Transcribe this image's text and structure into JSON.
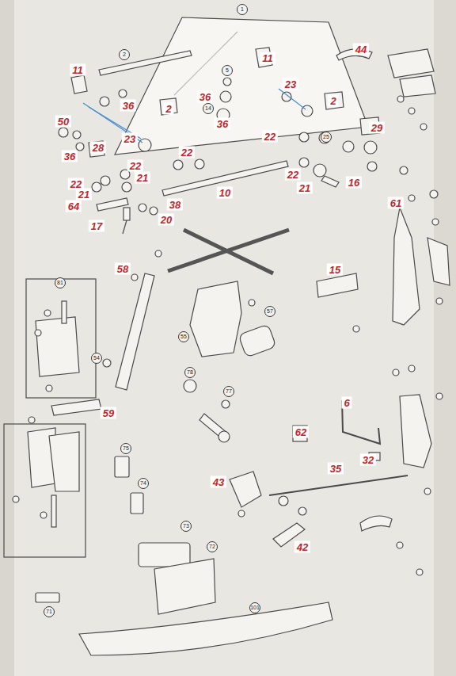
{
  "diagram": {
    "labels": [
      "11",
      "44",
      "11",
      "36",
      "23",
      "36",
      "2",
      "36",
      "2",
      "50",
      "36",
      "28",
      "23",
      "22",
      "29",
      "22",
      "22",
      "22",
      "21",
      "21",
      "22",
      "21",
      "16",
      "10",
      "64",
      "38",
      "17",
      "20",
      "61",
      "58",
      "15",
      "59",
      "6",
      "62",
      "32",
      "43",
      "35",
      "42",
      "1",
      "2",
      "5",
      "14",
      "25",
      "57",
      "55",
      "101",
      "71",
      "72",
      "73",
      "74",
      "75",
      "77",
      "78",
      "81",
      "54"
    ]
  }
}
